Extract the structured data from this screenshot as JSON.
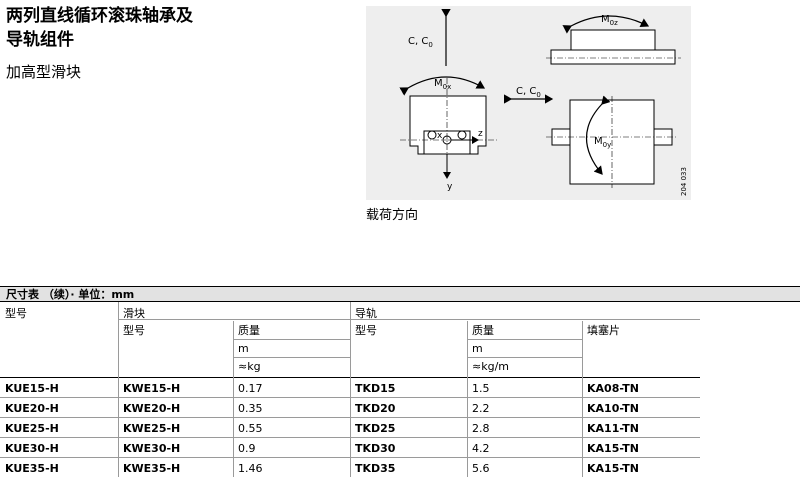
{
  "title_lines": [
    "两列直线循环滚珠轴承及",
    "导轨组件"
  ],
  "subtitle": "加高型滑块",
  "diagram": {
    "labels": {
      "c_c0_top": "C, C",
      "c_c0_top_sub": "0",
      "m0x": "M",
      "m0x_sub": "0x",
      "x": "x",
      "z": "z",
      "y": "y",
      "c_c0_right": "C, C",
      "c_c0_right_sub": "0",
      "m0z": "M",
      "m0z_sub": "0z",
      "m0y": "M",
      "m0y_sub": "0y",
      "fig_number": "204 033"
    },
    "caption": "载荷方向"
  },
  "table": {
    "heading": "尺寸表 （续）· 单位：mm",
    "group_headers": {
      "model": "型号",
      "carriage": "滑块",
      "rail": "导轨"
    },
    "sub_headers": {
      "carriage_model": "型号",
      "carriage_mass": "质量",
      "carriage_mass_unit_line1": "m",
      "carriage_mass_unit_line2": "≈kg",
      "rail_model": "型号",
      "rail_mass": "质量",
      "rail_mass_unit_line1": "m",
      "rail_mass_unit_line2": "≈kg/m",
      "filler": "填塞片"
    },
    "rows": [
      {
        "model": "KUE15-H",
        "carriage": "KWE15-H",
        "c_mass": "0.17",
        "rail": "TKD15",
        "r_mass": "1.5",
        "filler": "KA08-TN"
      },
      {
        "model": "KUE20-H",
        "carriage": "KWE20-H",
        "c_mass": "0.35",
        "rail": "TKD20",
        "r_mass": "2.2",
        "filler": "KA10-TN"
      },
      {
        "model": "KUE25-H",
        "carriage": "KWE25-H",
        "c_mass": "0.55",
        "rail": "TKD25",
        "r_mass": "2.8",
        "filler": "KA11-TN"
      },
      {
        "model": "KUE30-H",
        "carriage": "KWE30-H",
        "c_mass": "0.9",
        "rail": "TKD30",
        "r_mass": "4.2",
        "filler": "KA15-TN"
      },
      {
        "model": "KUE35-H",
        "carriage": "KWE35-H",
        "c_mass": "1.46",
        "rail": "TKD35",
        "r_mass": "5.6",
        "filler": "KA15-TN"
      }
    ]
  }
}
